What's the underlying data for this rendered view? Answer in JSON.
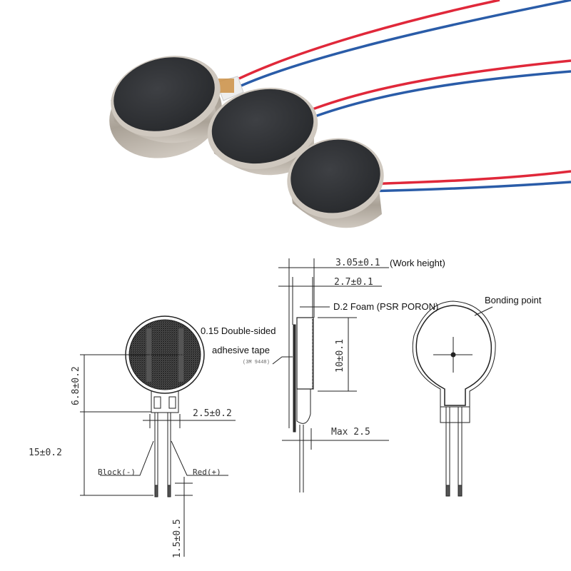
{
  "photo": {
    "description": "Three coin-type vibration motors with red and blue lead wires",
    "motor_count": 3,
    "colors": {
      "casing": "#b8b0a6",
      "top_foam": "#2e3033",
      "wire_red": "#e0283a",
      "wire_blue": "#2a5ca8",
      "solder_pad": "#c98a3a"
    }
  },
  "drawing": {
    "front_view": {
      "dim_height_top": "6.8±0.2",
      "dim_lead_length": "15±0.2",
      "dim_lead_spacing": "2.5±0.2",
      "dim_strip_length": "1.5±0.5",
      "lead_black": "Block(-)",
      "lead_red": "Red(+)",
      "tape_label_1": "0.15 Double-sided",
      "tape_label_2": "adhesive tape",
      "tape_part": "(3M 9448)"
    },
    "side_view": {
      "dim_work_height": "3.05±0.1",
      "work_height_note": "(Work height)",
      "dim_body_height": "2.7±0.1",
      "foam_note": "D.2 Foam (PSR PORON)",
      "dim_diameter": "10±0.1",
      "dim_max": "Max 2.5"
    },
    "back_view": {
      "bonding_label": "Bonding point"
    }
  }
}
